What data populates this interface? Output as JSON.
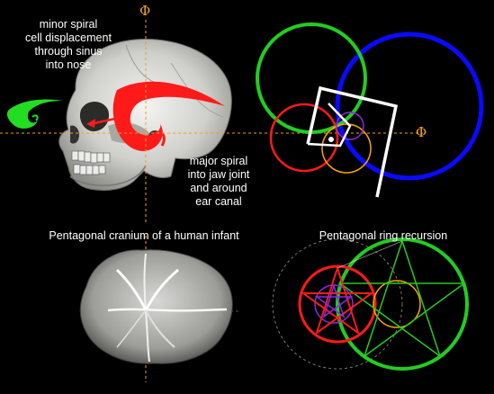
{
  "labels": {
    "minor_spiral": [
      "minor spiral",
      "cell displacement",
      "through sinus",
      "into nose"
    ],
    "major_spiral": [
      "major spiral",
      "into jaw joint",
      "and around",
      "ear canal"
    ],
    "cranium_caption": "Pentagonal cranium of a human infant",
    "ring_caption": "Pentagonal ring recursion",
    "phi_symbol": "Φ"
  },
  "colors": {
    "background": "#000000",
    "text": "#ffffff",
    "phi_axis": "#f0a020",
    "spiral_red": "#ff1a1a",
    "spiral_green": "#22dd22",
    "circle_green": "#22cc22",
    "circle_blue": "#0a0aff",
    "circle_red": "#ff1a1a",
    "circle_purple": "#8a2be2",
    "circle_orange": "#ffa500",
    "square_white": "#ffffff",
    "dashed_gray": "#777777"
  },
  "icons": {
    "skull": "human-skull-illustration",
    "cranium": "infant-cranium-illustration"
  }
}
